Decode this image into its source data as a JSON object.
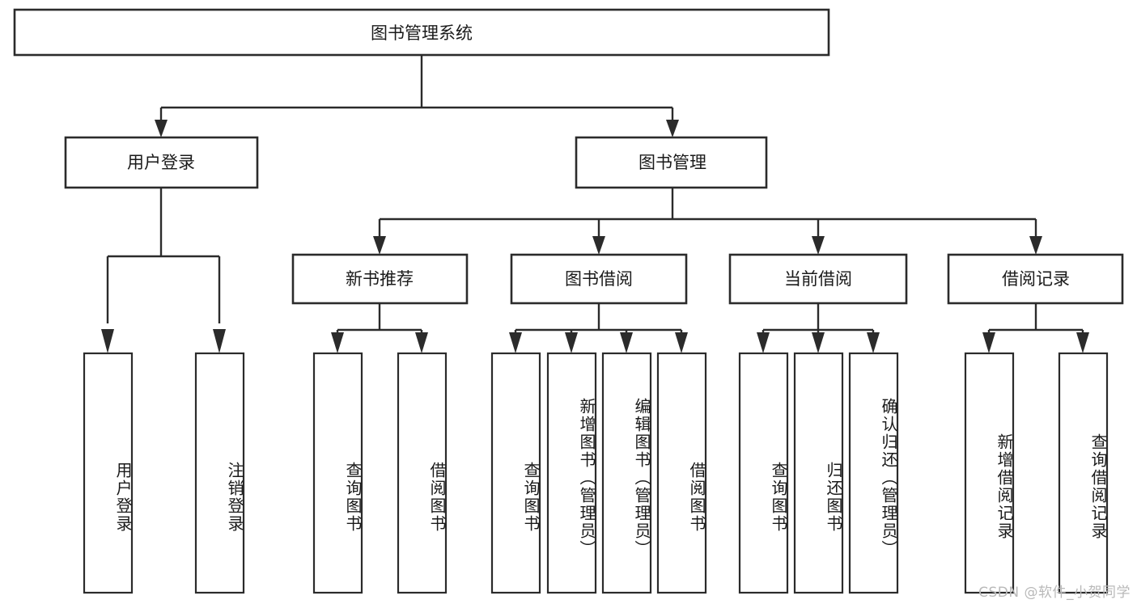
{
  "diagram": {
    "type": "tree-hierarchy",
    "title": "图书管理系统",
    "orientation": "top-down",
    "colors": {
      "box_stroke": "#2b2b2b",
      "box_fill": "#ffffff",
      "text": "#1a1a1a",
      "background": "#ffffff",
      "watermark": "#b9b9b9"
    },
    "levels": {
      "root": {
        "label": "图书管理系统"
      },
      "level1": [
        {
          "label": "用户登录"
        },
        {
          "label": "图书管理"
        }
      ],
      "level2": [
        {
          "label": "新书推荐"
        },
        {
          "label": "图书借阅"
        },
        {
          "label": "当前借阅"
        },
        {
          "label": "借阅记录"
        }
      ],
      "leaves": {
        "user_login": [
          {
            "label": "用户登录"
          },
          {
            "label": "注销登录"
          }
        ],
        "new_book_recommend": [
          {
            "label": "查询图书"
          },
          {
            "label": "借阅图书"
          }
        ],
        "book_borrow": [
          {
            "label": "查询图书"
          },
          {
            "label": "新增图书（管理员）"
          },
          {
            "label": "编辑图书（管理员）"
          },
          {
            "label": "借阅图书"
          }
        ],
        "current_borrow": [
          {
            "label": "查询图书"
          },
          {
            "label": "归还图书"
          },
          {
            "label": "确认归还（管理员）"
          }
        ],
        "borrow_record": [
          {
            "label": "新增借阅记录"
          },
          {
            "label": "查询借阅记录"
          }
        ]
      }
    },
    "watermark": "CSDN @软件_小贺同学"
  }
}
